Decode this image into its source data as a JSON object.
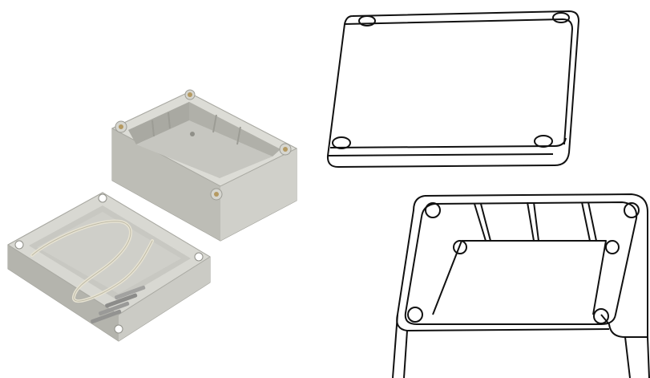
{
  "image": {
    "kind": "product-photo",
    "subject": "enclosure",
    "colors": {
      "background": "#ffffff",
      "plastic": "#c9c9c3",
      "plastic_light": "#dcdcd6",
      "plastic_dark": "#a7a79f",
      "gasket": "#e7e3d2",
      "screw": "#9a9a98",
      "line_drawing": "#111111"
    },
    "icons": [
      "enclosure-box-photo",
      "enclosure-lid-photo",
      "gasket-cord",
      "screw-icon",
      "lid-line-drawing",
      "box-line-drawing"
    ]
  }
}
